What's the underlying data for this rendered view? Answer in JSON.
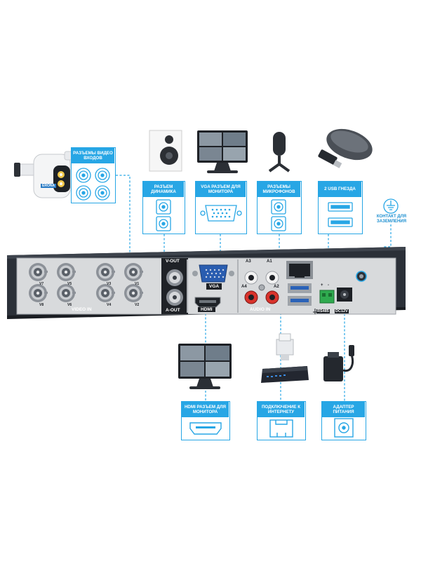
{
  "labels": {
    "video_inputs": "РАЗЪЕМЫ ВИДЕО ВХОДОВ",
    "speaker": "РАЗЪЕМ ДИНАМИКА",
    "vga_monitor": "VGA РАЗЪЕМ ДЛЯ МОНИТОРА",
    "microphones": "РАЗЪЕМЫ МИКРОФОНОВ",
    "usb": "2 USB ГНЕЗДА",
    "ground": "КОНТАКТ ДЛЯ ЗАЗЕМЛЕНИЯ",
    "hdmi_monitor": "HDMI РАЗЪЕМ ДЛЯ МОНИТОРА",
    "internet": "ПОДКЛЮЧЕНИЕ К ИНТЕРНЕТУ",
    "power": "АДАПТЕР ПИТАНИЯ"
  },
  "panel": {
    "video_in": "VIDEO IN",
    "v_out": "V-OUT",
    "a_out": "A-OUT",
    "vga": "VGA",
    "hdmi": "HDMI",
    "audio_in": "AUDIO IN",
    "rs485": "RS485",
    "dc12v": "DC12V",
    "a1": "A1",
    "a2": "A2",
    "a3": "A3",
    "a4": "A4",
    "bnc_top": [
      "V7",
      "V5",
      "V3",
      "V1"
    ],
    "bnc_bottom": [
      "V8",
      "V6",
      "V4",
      "V2"
    ],
    "rs485_pins": [
      "+",
      "-"
    ]
  },
  "camera_brand": "ERONA",
  "colors": {
    "accent": "#27a6e5",
    "device": "#2b3038",
    "panel": "#d8dadc"
  }
}
